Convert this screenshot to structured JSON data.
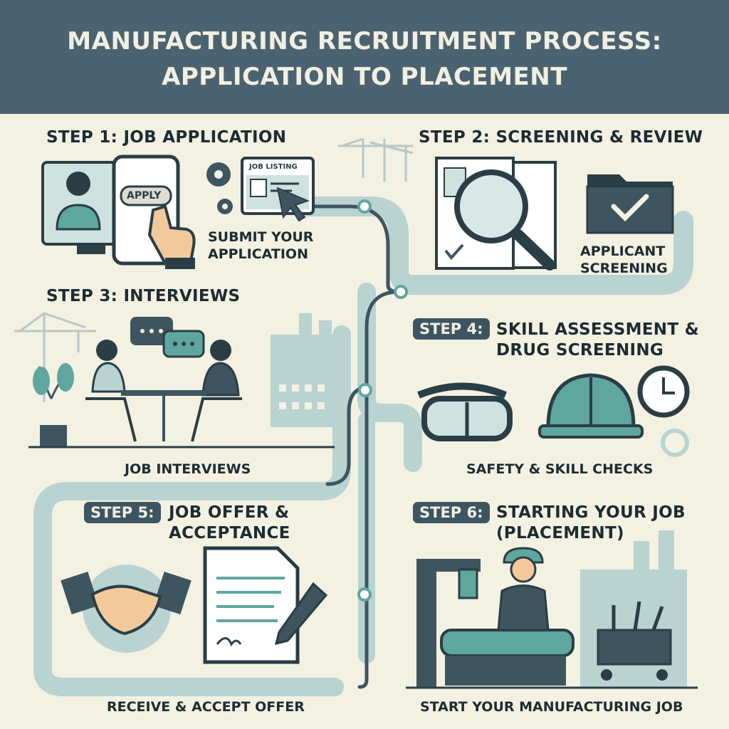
{
  "header": {
    "title_line1": "MANUFACTURING RECRUITMENT PROCESS:",
    "title_line2": "APPLICATION TO PLACEMENT"
  },
  "steps": [
    {
      "title": "STEP 1: JOB APPLICATION",
      "caption_line1": "SUBMIT YOUR",
      "caption_line2": "APPLICATION",
      "apply_button": "APPLY",
      "listing_label": "JOB LISTING"
    },
    {
      "title": "STEP 2: SCREENING & REVIEW",
      "caption_line1": "APPLICANT",
      "caption_line2": "SCREENING"
    },
    {
      "title": "STEP 3: INTERVIEWS",
      "caption": "JOB INTERVIEWS"
    },
    {
      "badge": "STEP 4:",
      "title_line1": "SKILL ASSESSMENT &",
      "title_line2": "DRUG SCREENING",
      "caption": "SAFETY & SKILL CHECKS"
    },
    {
      "badge": "STEP 5:",
      "title_line1": "JOB OFFER &",
      "title_line2": "ACCEPTANCE",
      "caption": "RECEIVE & ACCEPT OFFER"
    },
    {
      "badge": "STEP 6:",
      "title_line1": "STARTING YOUR JOB",
      "title_line2": "(PLACEMENT)",
      "caption": "START YOUR MANUFACTURING JOB"
    }
  ],
  "colors": {
    "header": "#4b6370",
    "background": "#f3f1e2",
    "path": "#b9d3d1",
    "path_line": "#3e5560",
    "accent": "#5fa69f",
    "dark": "#2b3d45"
  },
  "icons": [
    "monitor-person-icon",
    "phone-icon",
    "hand-pointer-icon",
    "gear-icon",
    "job-listing-icon",
    "cursor-icon",
    "crane-icon",
    "document-icon",
    "magnifier-icon",
    "folder-check-icon",
    "chat-bubble-icon",
    "people-interview-icon",
    "plant-icon",
    "factory-icon",
    "goggles-icon",
    "hard-hat-icon",
    "clock-icon",
    "handshake-icon",
    "contract-icon",
    "pen-icon",
    "worker-icon",
    "machine-icon",
    "tool-cart-icon"
  ]
}
